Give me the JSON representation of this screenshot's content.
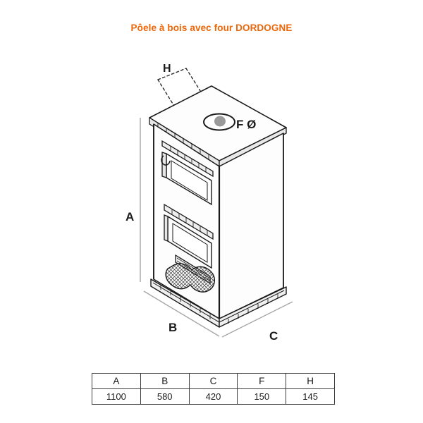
{
  "title": "Pôele à bois avec four DORDOGNE",
  "colors": {
    "title": "#ec6608",
    "line": "#1a1a1a",
    "dimension_line": "#9a9a9a",
    "flue_fill": "#9a9a9a",
    "table_border": "#3c3c3c"
  },
  "drawing": {
    "labels": {
      "height_total": "A",
      "width_front": "B",
      "depth_side": "C",
      "flue_diameter": "F Ø",
      "flue_offset": "H"
    }
  },
  "table": {
    "headers": [
      "A",
      "B",
      "C",
      "F",
      "H"
    ],
    "values": [
      "1100",
      "580",
      "420",
      "150",
      "145"
    ]
  }
}
